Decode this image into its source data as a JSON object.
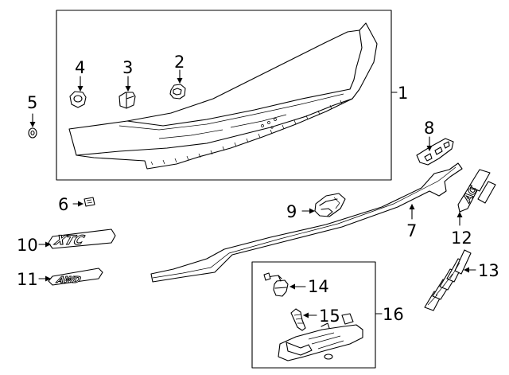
{
  "callouts": [
    {
      "id": "1",
      "label": "1"
    },
    {
      "id": "2",
      "label": "2"
    },
    {
      "id": "3",
      "label": "3"
    },
    {
      "id": "4",
      "label": "4"
    },
    {
      "id": "5",
      "label": "5"
    },
    {
      "id": "6",
      "label": "6"
    },
    {
      "id": "7",
      "label": "7"
    },
    {
      "id": "8",
      "label": "8"
    },
    {
      "id": "9",
      "label": "9"
    },
    {
      "id": "10",
      "label": "10"
    },
    {
      "id": "11",
      "label": "11"
    },
    {
      "id": "12",
      "label": "12"
    },
    {
      "id": "13",
      "label": "13"
    },
    {
      "id": "14",
      "label": "14"
    },
    {
      "id": "15",
      "label": "15"
    },
    {
      "id": "16",
      "label": "16"
    }
  ],
  "emblems": {
    "xtc": "XTC",
    "awd": "AWD",
    "ac": "AC"
  }
}
